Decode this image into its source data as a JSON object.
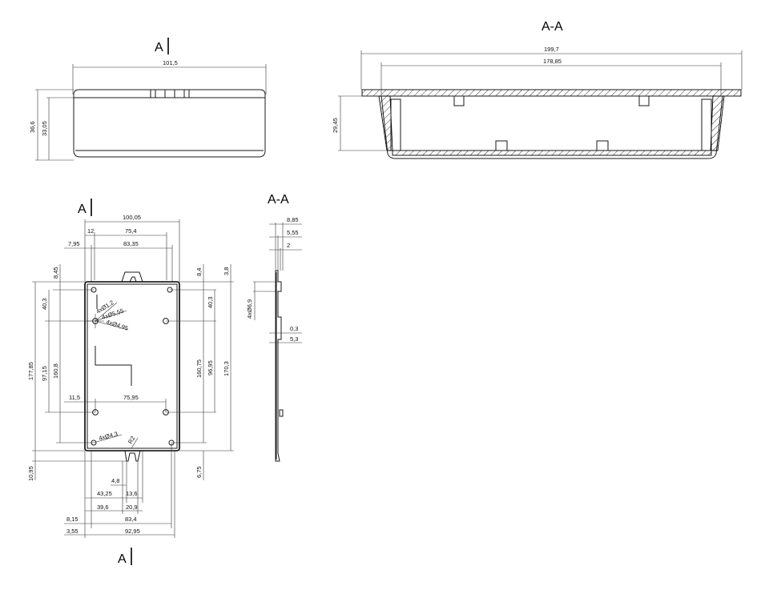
{
  "section_labels": {
    "top_left_marker": "A",
    "top_right_title": "A-A",
    "plan_top_marker": "A",
    "plan_bottom_marker": "A",
    "side_title": "A-A"
  },
  "front_view": {
    "width": "101,5",
    "height_total": "36,6",
    "height_inner": "33,05"
  },
  "section_view": {
    "overall": "199,7",
    "inner": "178,85",
    "height": "29,45"
  },
  "plan_view": {
    "top_overall": "100,05",
    "top_12": "12",
    "top_75_4": "75,4",
    "top_7_95": "7,95",
    "top_83_35": "83,35",
    "left_8_45": "8,45",
    "left_40_3": "40,3",
    "left_177_85": "177,85",
    "left_97_15": "97,15",
    "left_160_8": "160,8",
    "left_10_95": "10,95",
    "right_8_4": "8,4",
    "right_3_8": "3,8",
    "right_40_3": "40,3",
    "right_160_75": "160,75",
    "right_96_95": "96,95",
    "right_170_3": "170,3",
    "right_6_75": "6,75",
    "hole_1": "4xØ1,2",
    "hole_2": "4xØ5,55",
    "hole_3": "4xØ4,95",
    "hole_4": "4xØ4,3",
    "radius": "R2",
    "mid_11_5": "11,5",
    "mid_75_95": "75,95",
    "bot_4_8": "4,8",
    "bot_43_25": "43,25",
    "bot_13_6": "13,6",
    "bot_39_6": "39,6",
    "bot_20_9": "20,9",
    "bot_8_15": "8,15",
    "bot_83_4": "83,4",
    "bot_3_55": "3,55",
    "bot_92_95": "92,95"
  },
  "side_view": {
    "d_8_85": "8,85",
    "d_5_55": "5,55",
    "d_2": "2",
    "d_hole": "4xØ6,9",
    "d_0_3": "0,3",
    "d_5_3": "5,3"
  }
}
